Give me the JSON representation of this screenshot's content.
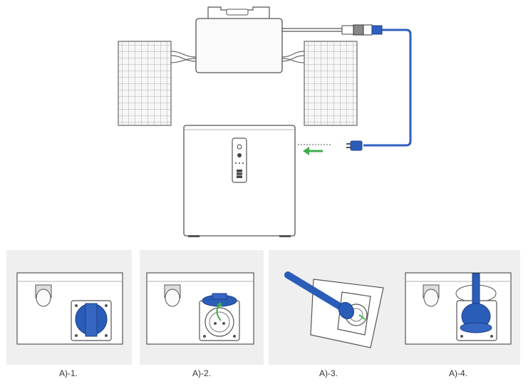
{
  "captions": {
    "step1": "A)-1.",
    "step2": "A)-2.",
    "step3": "A)-3.",
    "step4": "A)-4."
  },
  "colors": {
    "cable_blue": "#2f5fbf",
    "plug_blue": "#2a5db8",
    "arrow_green": "#3fae4a",
    "line_gray": "#555555",
    "panel_bg": "#efefef"
  },
  "icons": {
    "solar_panel_left": "solar-panel-icon",
    "solar_panel_right": "solar-panel-icon",
    "microinverter": "microinverter-icon",
    "battery_unit": "battery-station-icon",
    "connector": "mc4-connector-icon",
    "plug": "ac-plug-icon",
    "arrow": "arrow-left-icon"
  }
}
